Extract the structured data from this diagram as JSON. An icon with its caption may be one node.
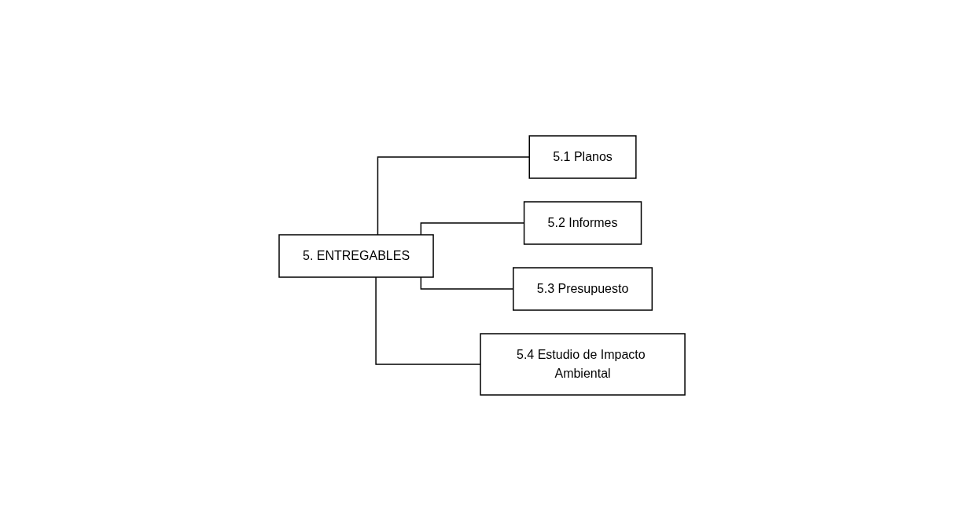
{
  "diagram": {
    "nodes": [
      {
        "text": [
          "5. ENTREGABLES"
        ]
      },
      {
        "text": [
          "5.1 Planos"
        ]
      },
      {
        "text": [
          "5.2 Informes"
        ]
      },
      {
        "text": [
          "5.3 Presupuesto"
        ]
      },
      {
        "text": [
          "5.4 Estudio de Impacto Ambiental"
        ]
      }
    ],
    "edges": [
      {
        "from": 0,
        "to": 1,
        "arrow": "none"
      },
      {
        "from": 0,
        "to": 2,
        "arrow": "none"
      },
      {
        "from": 0,
        "to": 3,
        "arrow": "none"
      },
      {
        "from": 0,
        "to": 4,
        "arrow": "none"
      }
    ]
  }
}
